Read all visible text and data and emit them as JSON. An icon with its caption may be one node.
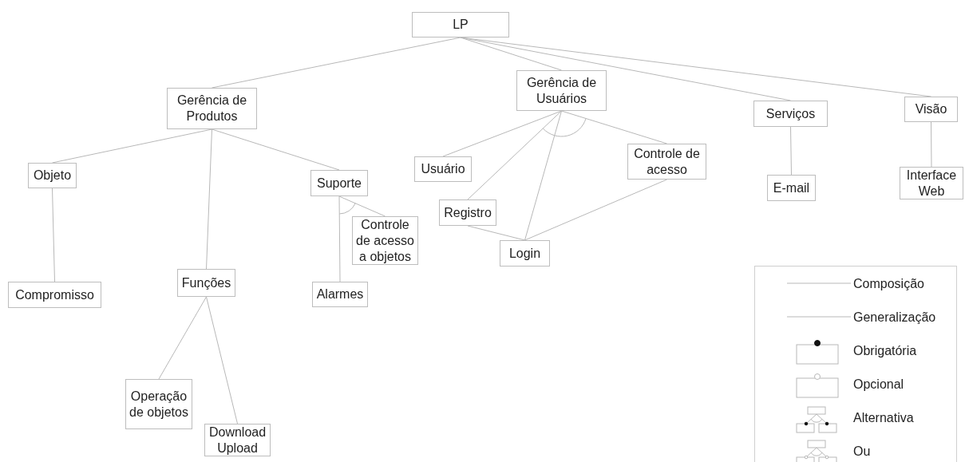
{
  "diagram": {
    "nodes": [
      {
        "text": [
          "LP"
        ]
      },
      {
        "text": [
          "Gerência de Produtos"
        ]
      },
      {
        "text": [
          "Gerência de Usuários"
        ]
      },
      {
        "text": [
          "Serviços"
        ]
      },
      {
        "text": [
          "Visão"
        ]
      },
      {
        "text": [
          "Objeto"
        ]
      },
      {
        "text": [
          "Funções"
        ]
      },
      {
        "text": [
          "Suporte"
        ]
      },
      {
        "text": [
          "Compromisso"
        ]
      },
      {
        "text": [
          "Operação de objetos"
        ]
      },
      {
        "text": [
          "Download Upload"
        ]
      },
      {
        "text": [
          "Controle de acesso a objetos"
        ]
      },
      {
        "text": [
          "Alarmes"
        ]
      },
      {
        "text": [
          "Usuário"
        ]
      },
      {
        "text": [
          "Controle de acesso"
        ]
      },
      {
        "text": [
          "Registro"
        ]
      },
      {
        "text": [
          "Login"
        ]
      },
      {
        "text": [
          "E-mail"
        ]
      },
      {
        "text": [
          "Interface Web"
        ]
      }
    ],
    "edges": [
      {
        "from": 0,
        "to": 1,
        "arrow": "none"
      },
      {
        "from": 0,
        "to": 2,
        "arrow": "none"
      },
      {
        "from": 0,
        "to": 3,
        "arrow": "none"
      },
      {
        "from": 0,
        "to": 4,
        "arrow": "none"
      },
      {
        "from": 1,
        "to": 5,
        "arrow": "none"
      },
      {
        "from": 1,
        "to": 6,
        "arrow": "none"
      },
      {
        "from": 1,
        "to": 7,
        "arrow": "none"
      },
      {
        "from": 5,
        "to": 8,
        "arrow": "none"
      },
      {
        "from": 6,
        "to": 9,
        "arrow": "none"
      },
      {
        "from": 6,
        "to": 10,
        "arrow": "none"
      },
      {
        "from": 7,
        "to": 12,
        "arrow": "none"
      },
      {
        "from": 7,
        "to": 11,
        "arrow": "none"
      },
      {
        "from": 2,
        "to": 13,
        "arrow": "none"
      },
      {
        "from": 2,
        "to": 15,
        "arrow": "none"
      },
      {
        "from": 2,
        "to": 16,
        "arrow": "none"
      },
      {
        "from": 2,
        "to": 14,
        "arrow": "none"
      },
      {
        "from": 15,
        "to": 16,
        "arrow": "none"
      },
      {
        "from": 14,
        "to": 16,
        "arrow": "none"
      },
      {
        "from": 3,
        "to": 17,
        "arrow": "none"
      },
      {
        "from": 4,
        "to": 18,
        "arrow": "none"
      }
    ],
    "legend": [
      {
        "text": "Composição"
      },
      {
        "text": "Generalização"
      },
      {
        "text": "Obrigatória"
      },
      {
        "text": "Opcional"
      },
      {
        "text": "Alternativa"
      },
      {
        "text": "Ou"
      }
    ]
  }
}
